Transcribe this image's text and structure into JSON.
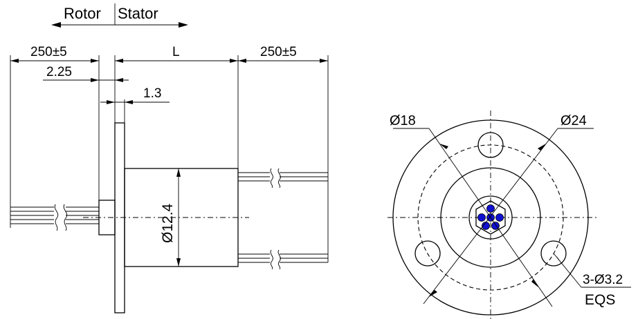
{
  "labels": {
    "rotor": "Rotor",
    "stator": "Stator",
    "rotor_length": "250±5",
    "stator_length": "250±5",
    "body_length": "L",
    "flange_offset": "2.25",
    "flange_thickness": "1.3",
    "body_diameter": "Ø12.4",
    "inner_diameter": "Ø18",
    "outer_diameter": "Ø24",
    "holes": "3-Ø3.2",
    "holes_note": "EQS"
  },
  "colors": {
    "line": "#000000",
    "wire_dot": "#1010d0"
  }
}
